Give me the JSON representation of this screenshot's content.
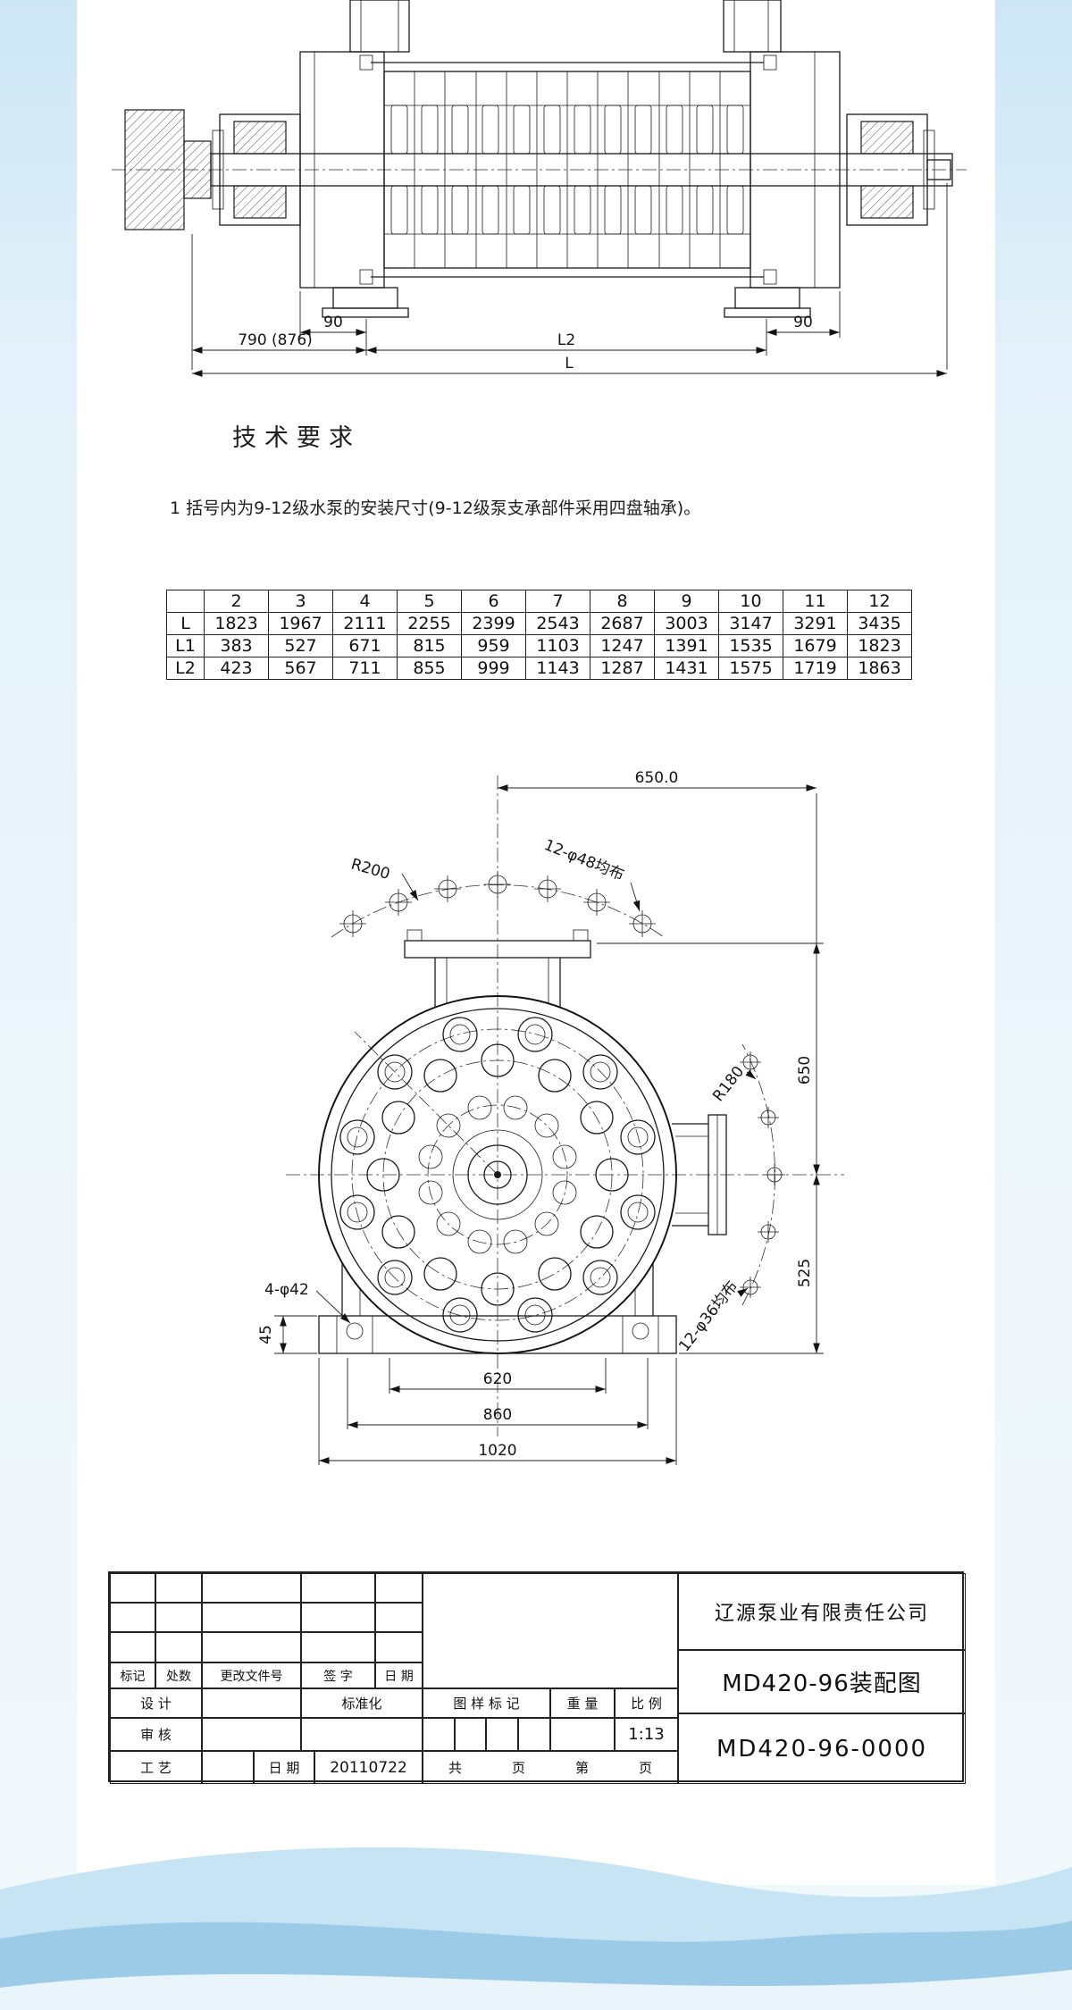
{
  "side_view": {
    "dim_790": "790 (876)",
    "dim_90_left": "90",
    "dim_l2": "L2",
    "dim_90_right": "90",
    "dim_l": "L"
  },
  "tech": {
    "heading": "技术要求",
    "note": "1  括号内为9-12级水泵的安装尺寸(9-12级泵支承部件采用四盘轴承)。"
  },
  "dim_table": {
    "col_headers": [
      "2",
      "3",
      "4",
      "5",
      "6",
      "7",
      "8",
      "9",
      "10",
      "11",
      "12"
    ],
    "rows": [
      {
        "label": "L",
        "values": [
          "1823",
          "1967",
          "2111",
          "2255",
          "2399",
          "2543",
          "2687",
          "3003",
          "3147",
          "3291",
          "3435"
        ]
      },
      {
        "label": "L1",
        "values": [
          "383",
          "527",
          "671",
          "815",
          "959",
          "1103",
          "1247",
          "1391",
          "1535",
          "1679",
          "1823"
        ]
      },
      {
        "label": "L2",
        "values": [
          "423",
          "567",
          "711",
          "855",
          "999",
          "1143",
          "1287",
          "1431",
          "1575",
          "1719",
          "1863"
        ]
      }
    ]
  },
  "front_view": {
    "dim_650_top": "650.0",
    "r200": "R200",
    "bolts_48": "12-φ48均布",
    "r180": "R180",
    "dim_650_right": "650",
    "dim_525": "525",
    "bolts_36": "12-φ36均布",
    "foot_holes": "4-φ42",
    "dim_45": "45",
    "dim_620": "620",
    "dim_860": "860",
    "dim_1020": "1020"
  },
  "title_block": {
    "company": "辽源泵业有限责任公司",
    "drawing_title": "MD420-96装配图",
    "drawing_no": "MD420-96-0000",
    "mark": "标记",
    "count": "处数",
    "change_file_no": "更改文件号",
    "signature": "签 字",
    "date": "日 期",
    "design": "设 计",
    "standardization": "标准化",
    "drawing_mark": "图 样 标 记",
    "weight": "重 量",
    "scale": "比 例",
    "scale_value": "1:13",
    "review": "审 核",
    "process": "工 艺",
    "date2": "日 期",
    "date_value": "20110722",
    "total": "共",
    "page": "页",
    "no": "第",
    "page2": "页"
  }
}
